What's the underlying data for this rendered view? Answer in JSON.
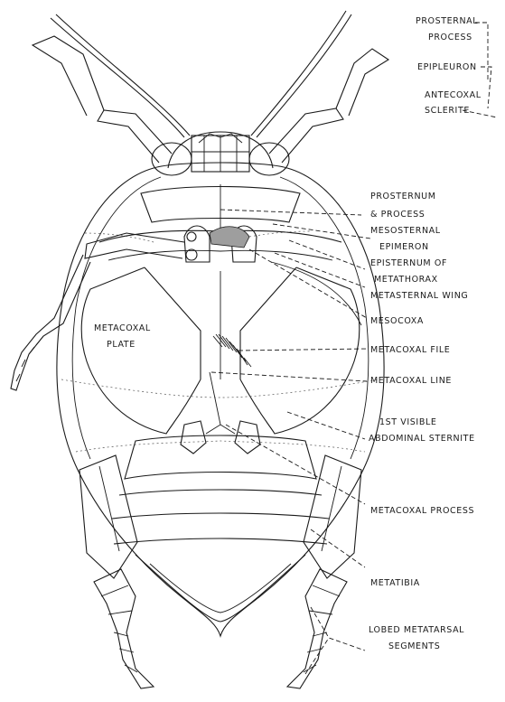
{
  "labels": {
    "prosternal_process_l1": "PROSTERNAL",
    "prosternal_process_l2": "PROCESS",
    "epipleuron": "EPIPLEURON",
    "antecoxal_l1": "ANTECOXAL",
    "antecoxal_l2": "SCLERITE",
    "prosternum_l1": "PROSTERNUM",
    "prosternum_l2": "& PROCESS",
    "mesosternal_l1": "MESOSTERNAL",
    "mesosternal_l2": "EPIMERON",
    "episternum_l1": "EPISTERNUM OF",
    "episternum_l2": "METATHORAX",
    "metasternal_wing": "METASTERNAL WING",
    "mesocoxa": "MESOCOXA",
    "metacoxal_plate_l1": "METACOXAL",
    "metacoxal_plate_l2": "PLATE",
    "metacoxal_file": "METACOXAL FILE",
    "metacoxal_line": "METACOXAL LINE",
    "abdominal_l1": "1ST VISIBLE",
    "abdominal_l2": "ABDOMINAL STERNITE",
    "metacoxal_process": "METACOXAL PROCESS",
    "metatibia": "METATIBIA",
    "lobed_l1": "LOBED METATARSAL",
    "lobed_l2": "SEGMENTS"
  }
}
